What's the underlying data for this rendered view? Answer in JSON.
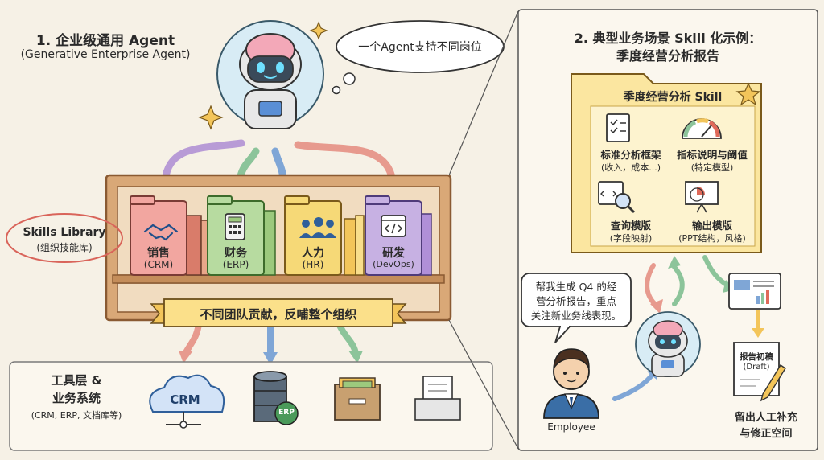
{
  "left": {
    "title": "1. 企业级通用 Agent",
    "subtitle": "(Generative Enterprise Agent)",
    "cloud_text": "一个Agent支持不同岗位",
    "skills_library": {
      "title": "Skills Library",
      "subtitle": "(组织技能库)"
    },
    "binders": [
      {
        "name": "销售",
        "sub": "(CRM)",
        "color": "#f2a6a0"
      },
      {
        "name": "财务",
        "sub": "(ERP)",
        "color": "#b7dba0"
      },
      {
        "name": "人力",
        "sub": "(HR)",
        "color": "#f6d977"
      },
      {
        "name": "研发",
        "sub": "(DevOps)",
        "color": "#c7b1e3"
      }
    ],
    "banner": "不同团队贡献，反哺整个组织",
    "tools": {
      "title_line1": "工具层 &",
      "title_line2": "业务系统",
      "subtitle": "(CRM, ERP, 文档库等)",
      "crm_label": "CRM",
      "erp_label": "ERP"
    }
  },
  "right": {
    "title_line1": "2. 典型业务场景 Skill 化示例：",
    "title_line2": "季度经营分析报告",
    "folder_title": "季度经营分析 Skill",
    "items": [
      {
        "label": "标准分析框架",
        "sub": "(收入，成本...)",
        "icon": "checklist-icon"
      },
      {
        "label": "指标说明与阈值",
        "sub": "(特定模型)",
        "icon": "gauge-icon"
      },
      {
        "label": "查询模版",
        "sub": "(字段映射)",
        "icon": "code-search-icon"
      },
      {
        "label": "输出模版",
        "sub": "(PPT结构，风格)",
        "icon": "presentation-icon"
      }
    ],
    "speech": [
      "帮我生成 Q4 的经",
      "营分析报告，重点",
      "关注新业务线表现。"
    ],
    "employee_label": "Employee",
    "draft_line1": "报告初稿",
    "draft_line2": "(Draft)",
    "note_line1": "留出人工补充",
    "note_line2": "与修正空间"
  },
  "colors": {
    "background": "#f6f1e6",
    "shelf_wood": "#d9a877",
    "folder_yellow": "#fbe6a0",
    "cable_purple": "#b89bd6",
    "cable_green": "#8cc49a",
    "cable_pink": "#e79a8e",
    "cable_blue": "#7fa6d6"
  }
}
